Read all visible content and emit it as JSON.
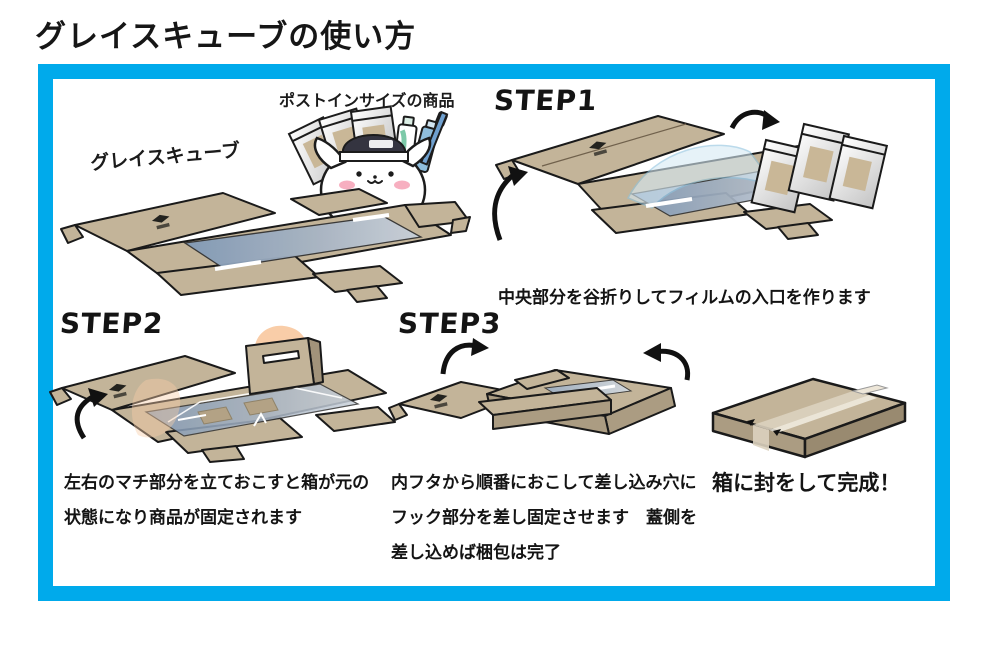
{
  "title": "グレイスキューブの使い方",
  "intro": {
    "product_name": "グレイスキューブ",
    "items_label": "ポストインサイズの商品"
  },
  "steps": [
    {
      "heading": "STEP1",
      "caption_lines": [
        "中央部分を谷折りしてフィルムの入口を作ります"
      ]
    },
    {
      "heading": "STEP2",
      "caption_lines": [
        "左右のマチ部分を立ておこすと箱が元の",
        "状態になり商品が固定されます"
      ]
    },
    {
      "heading": "STEP3",
      "caption_lines": [
        "内フタから順番におこして差し込み穴に",
        "フック部分を差し固定させます　蓋側を",
        "差し込めば梱包は完了"
      ]
    }
  ],
  "finish": {
    "caption": "箱に封をして完成！"
  },
  "illustrations": {
    "mascot": "seal-mascot-holding-post-in-size-products",
    "flat_box": "unfolded-grace-cube-blank-with-film",
    "step1": "valley-fold-center-and-insert-products",
    "step2": "raise-side-gussets-to-fix-products",
    "step3": "fold-inner-lids-and-lock-hooks",
    "finished": "sealed-finished-box"
  },
  "colors": {
    "frame_blue": "#00AAEB",
    "cardboard_tan": "#C3B499",
    "cardboard_shadow": "#AB9C82",
    "film_blue_dark": "#8099B6",
    "film_blue_light": "#C9D1DA",
    "hand_skin": "#F9CDA8",
    "cheek_pink": "#F7AFC0",
    "text_black": "#161616"
  }
}
